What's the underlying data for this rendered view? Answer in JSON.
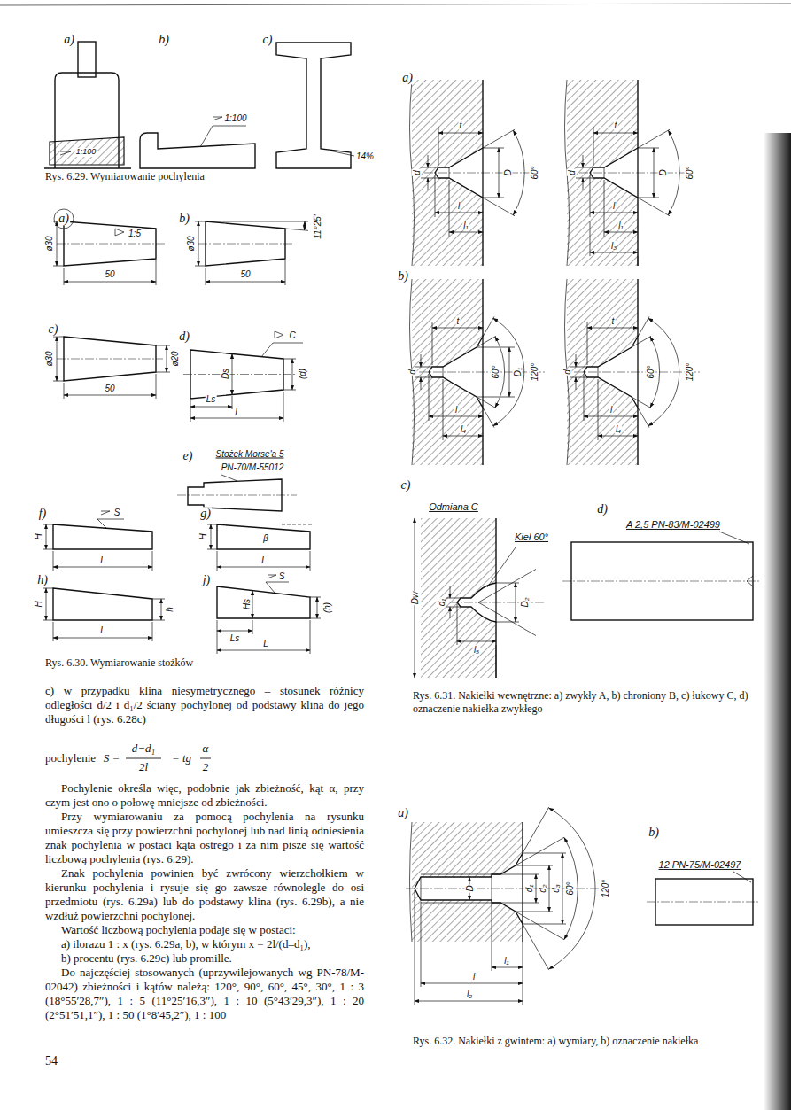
{
  "diagram": {
    "labels": [
      "a)",
      "b)",
      "c)",
      "1:100",
      "1:100",
      "14%",
      "Rys. 6.29. Wymiarowanie pochylenia",
      "a)",
      "1:5",
      "ø30",
      "50",
      "b)",
      "ø30",
      "11°25′",
      "50",
      "c)",
      "ø30",
      "ø20",
      "50",
      "d)",
      "C",
      "Ds",
      "(d)",
      "Ls",
      "L",
      "e)",
      "Stożek Morse'a 5",
      "PN-70/M-55012",
      "f)",
      "S",
      "H",
      "L",
      "g)",
      "H",
      "β",
      "L",
      "h)",
      "H",
      "h",
      "L",
      "j)",
      "S",
      "Hs",
      "(h)",
      "Ls",
      "L",
      "Rys. 6.30. Wymiarowanie stożków",
      "c) w przypadku klina niesymetrycznego – stosunek różnicy odległości d/2 i d₁/2 ściany pochylonej od podstawy klina do jego długości l (rys. 6.28c)",
      "pochylenie",
      "S =",
      "d−d₁",
      "2l",
      "= tg",
      "α",
      "2",
      "Pochylenie określa więc, podobnie jak zbieżność, kąt α, przy czym jest ono o połowę mniejsze od zbieżności.",
      "Przy wymiarowaniu za pomocą pochylenia na rysunku umieszcza się przy powierzchni pochylonej lub nad linią odniesienia znak pochylenia w postaci kąta ostrego i za nim pisze się wartość liczbową pochylenia (rys. 6.29).",
      "Znak pochylenia powinien być zwrócony wierzchołkiem w kierunku pochylenia i rysuje się go zawsze równolegle do osi przedmiotu (rys. 6.29a) lub do podstawy klina (rys. 6.29b), a nie wzdłuż powierzchni pochylonej.",
      "Wartość liczbową pochylenia podaje się w postaci:",
      "a) ilorazu 1 : x (rys. 6.29a, b), w którym x = 2l/(d–d₁),",
      "b) procentu (rys. 6.29c) lub promille.",
      "Do najczęściej stosowanych (uprzywilejowanych wg PN-78/M-02042) zbieżności i kątów należą: 120°, 90°, 60°, 45°, 30°, 1 : 3 (18°55′28,7″), 1 : 5 (11°25′16,3″), 1 : 10 (5°43′29,3″), 1 : 20 (2°51′51,1″), 1 : 50 (1°8′45,2″), 1 : 100",
      "54",
      "a)",
      "t",
      "d",
      "D",
      "60°",
      "l",
      "l₁",
      "t",
      "d",
      "D",
      "60°",
      "l",
      "l₁",
      "l₃",
      "b)",
      "t",
      "d",
      "60°",
      "D₁",
      "120°",
      "l",
      "l₄",
      "t",
      "d",
      "60°",
      "120°",
      "l",
      "l₄",
      "c)",
      "Odmiana C",
      "Kieł 60°",
      "Dw",
      "d₁",
      "D₂",
      "l₅",
      "d)",
      "A 2,5 PN-83/M-02499",
      "Rys. 6.31. Nakiełki wewnętrzne: a) zwykły A, b) chroniony B, c) łukowy C, d) oznaczenie nakiełka zwykłego",
      "a)",
      "D",
      "d₁",
      "d₂",
      "d₃",
      "60°",
      "120°",
      "l₁",
      "l",
      "l₂",
      "b)",
      "12 PN-75/M-02497",
      "Rys. 6.32. Nakiełki z gwintem: a) wymiary, b) oznaczenie nakiełka"
    ]
  }
}
